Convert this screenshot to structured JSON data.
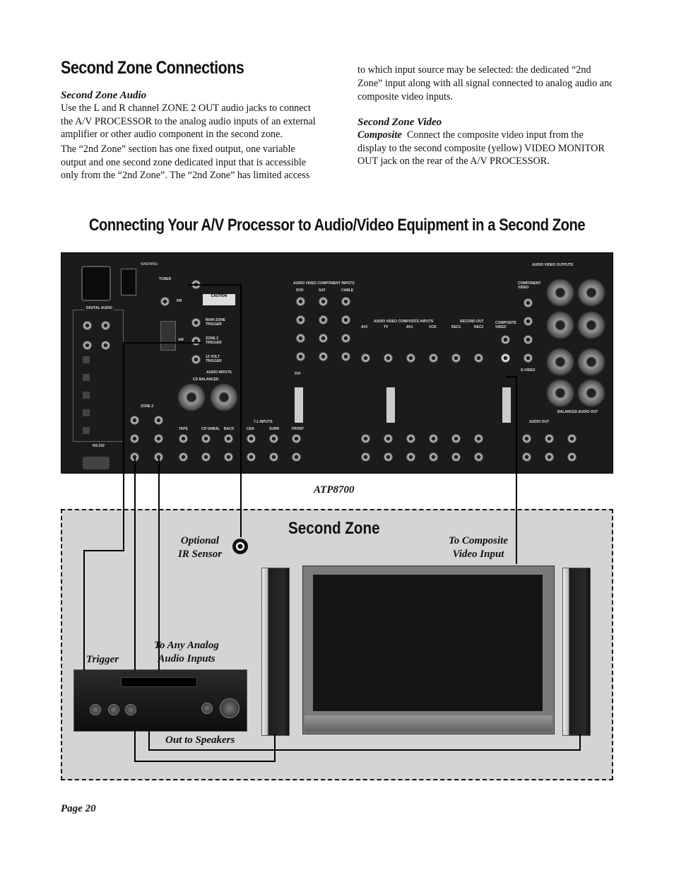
{
  "heading": "Second Zone Connections",
  "audio_subheading": "Second Zone Audio",
  "audio_text_1": "Use the L and R channel ZONE 2 OUT audio jacks to connect the A/V PROCESSOR to the analog audio inputs of an external amplifier or other audio component in the second zone.",
  "audio_text_2": "The “2nd Zone” section has one fixed output, one variable output and one second zone dedicated input that is accessible only from the “2nd Zone”. The “2nd Zone” has limited access to which input source may be selected: the dedicated “2nd Zone” input along with all signal connected to analog audio and composite video inputs.",
  "video_subheading": "Second Zone Video",
  "composite_label": "Composite",
  "composite_text": "Connect the composite video input from the display to the second composite (yellow) VIDEO MONITOR OUT jack on the rear of the A/V PROCESSOR.",
  "section_title": "Connecting Your A/V Processor to Audio/Video Equipment in a Second Zone",
  "diagram": {
    "device_label": "ATP8700",
    "zone_title": "Second Zone",
    "ir_label": "Optional\nIR Sensor",
    "composite_input_label": "To Composite\nVideo Input",
    "trigger_label": "Trigger",
    "analog_inputs_label": "To Any Analog\nAudio Inputs",
    "speakers_label": "Out to Speakers",
    "panel_labels": {
      "digital_audio": "DIGITAL AUDIO",
      "tuner": "TUNER",
      "fm": "FM",
      "am": "AM",
      "caution": "CAUTION",
      "main_zone_trigger": "MAIN ZONE\nTRIGGER",
      "zone2_trigger": "ZONE 2\nTRIGGER",
      "volt_trigger": "12 VOLT\nTRIGGER",
      "audio_inputs": "AUDIO INPUTS",
      "cd_balanced": "CD BALANCED",
      "zone2": "ZONE 2",
      "rs232": "RS-232",
      "inputs71": "7.1 INPUTS",
      "component_inputs": "AUDIO VIDEO COMPONENT INPUTS",
      "composite_inputs": "AUDIO VIDEO COMPOSITE INPUTS",
      "record_out": "RECORD OUT",
      "audio_video_outputs": "AUDIO VIDEO OUTPUTS",
      "balanced_audio_out": "BALANCED AUDIO OUT",
      "audio_out": "AUDIO OUT",
      "component_video": "COMPONENT\nVIDEO",
      "composite_video": "COMPOSITE\nVIDEO",
      "svideo": "S-VIDEO",
      "dvi": "DVI",
      "warning": "WARNING:"
    },
    "input_names": [
      "DVD",
      "SAT",
      "CABLE"
    ],
    "composite_names": [
      "AV2",
      "TV",
      "AV1",
      "VCR",
      "REC1",
      "REC2"
    ],
    "bottom_row": [
      "TAPE",
      "CD UNBAL",
      "BACK",
      "CEN",
      "SURR",
      "FRONT"
    ]
  },
  "page_number": "Page 20"
}
